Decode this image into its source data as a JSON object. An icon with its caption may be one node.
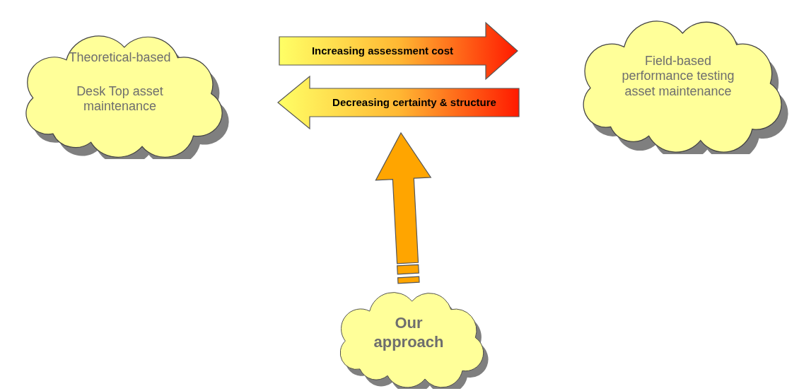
{
  "diagram": {
    "nodes": [
      {
        "text": [
          "Theoretical-based",
          "Desk Top asset maintenance"
        ]
      },
      {
        "text": [
          "Field-based performance testing asset maintenance"
        ]
      },
      {
        "text": [
          "Our approach"
        ]
      }
    ],
    "edges": [
      {
        "from": 0,
        "to": 1,
        "arrow": "to",
        "label": "Increasing assessment cost",
        "style": "thick"
      },
      {
        "from": 1,
        "to": 0,
        "arrow": "to",
        "label": "Decreasing certainty & structure",
        "style": "thick"
      },
      {
        "from": 2,
        "to": null,
        "arrow": "to",
        "style": "thick",
        "color": "#ffa500"
      }
    ]
  }
}
